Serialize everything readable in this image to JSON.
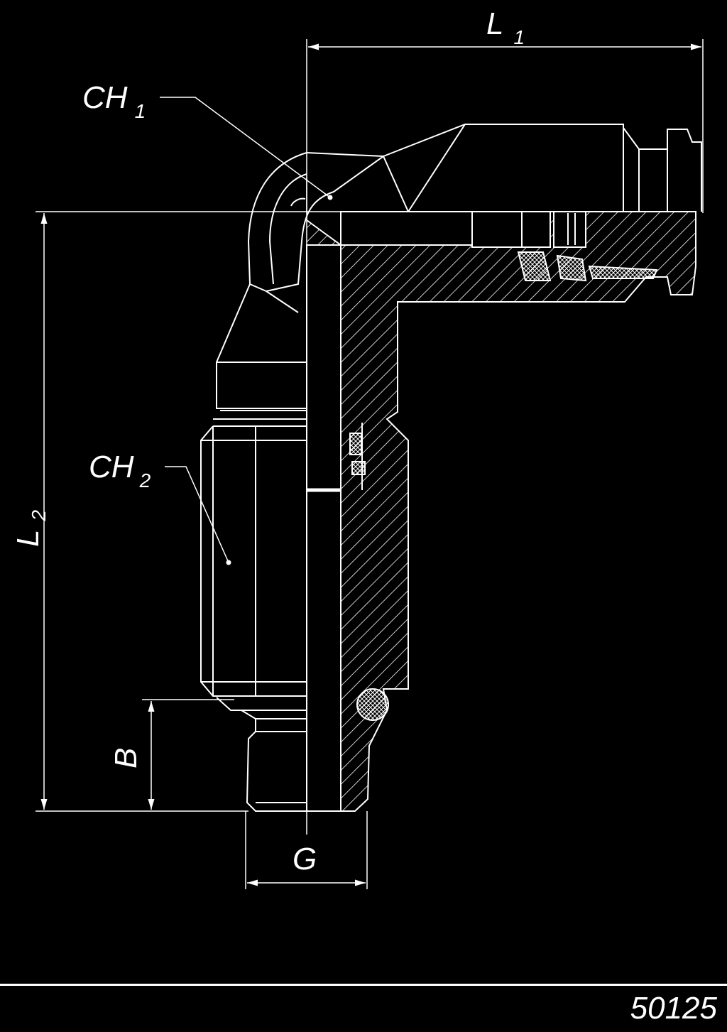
{
  "drawing": {
    "labels": {
      "l1_main": "L",
      "l1_sub": "1",
      "l2_main": "L",
      "l2_sub": "2",
      "ch1_main": "CH",
      "ch1_sub": "1",
      "ch2_main": "CH",
      "ch2_sub": "2",
      "b": "B",
      "g": "G"
    },
    "part_number": "50125",
    "colors": {
      "background": "#000000",
      "line": "#ffffff"
    }
  }
}
